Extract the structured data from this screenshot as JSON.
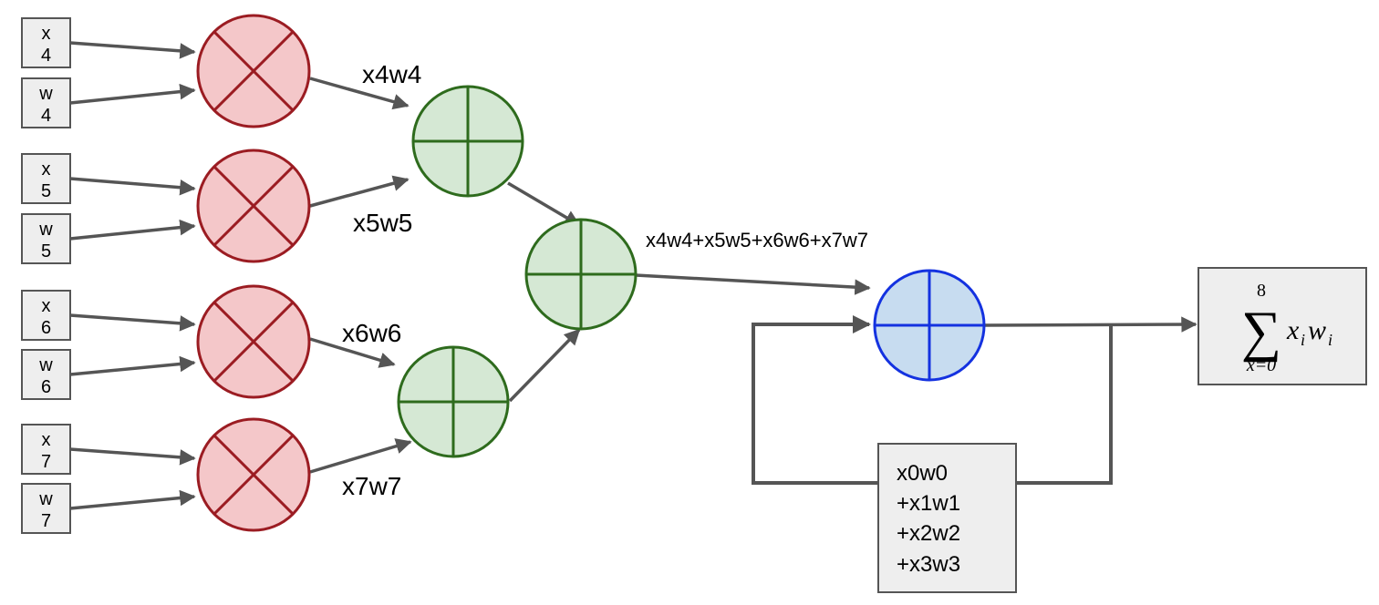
{
  "inputs": [
    {
      "x": [
        "x",
        "4"
      ],
      "w": [
        "w",
        "4"
      ]
    },
    {
      "x": [
        "x",
        "5"
      ],
      "w": [
        "w",
        "5"
      ]
    },
    {
      "x": [
        "x",
        "6"
      ],
      "w": [
        "w",
        "6"
      ]
    },
    {
      "x": [
        "x",
        "7"
      ],
      "w": [
        "w",
        "7"
      ]
    }
  ],
  "products": {
    "p4": "x4w4",
    "p5": "x5w5",
    "p6": "x6w6",
    "p7": "x7w7"
  },
  "partial_sum": "x4w4+x5w5+x6w6+x7w7",
  "accumulator": [
    "x0w0",
    "+x1w1",
    "+x2w2",
    "+x3w3"
  ],
  "output": {
    "upper_limit": "8",
    "lower_limit": "x=0",
    "sigma": "∑",
    "x": "x",
    "i1": "i",
    "w": "w",
    "i2": "i"
  },
  "colors": {
    "multiplier_fill": "#f4c7c9",
    "multiplier_stroke": "#9b1c22",
    "adder_fill": "#d5e8d4",
    "adder_stroke": "#2e6b1d",
    "final_adder_fill": "#c7dcf0",
    "final_adder_stroke": "#1432e0",
    "box_fill": "#eeeeee",
    "box_stroke": "#555555",
    "arrow": "#555555"
  }
}
